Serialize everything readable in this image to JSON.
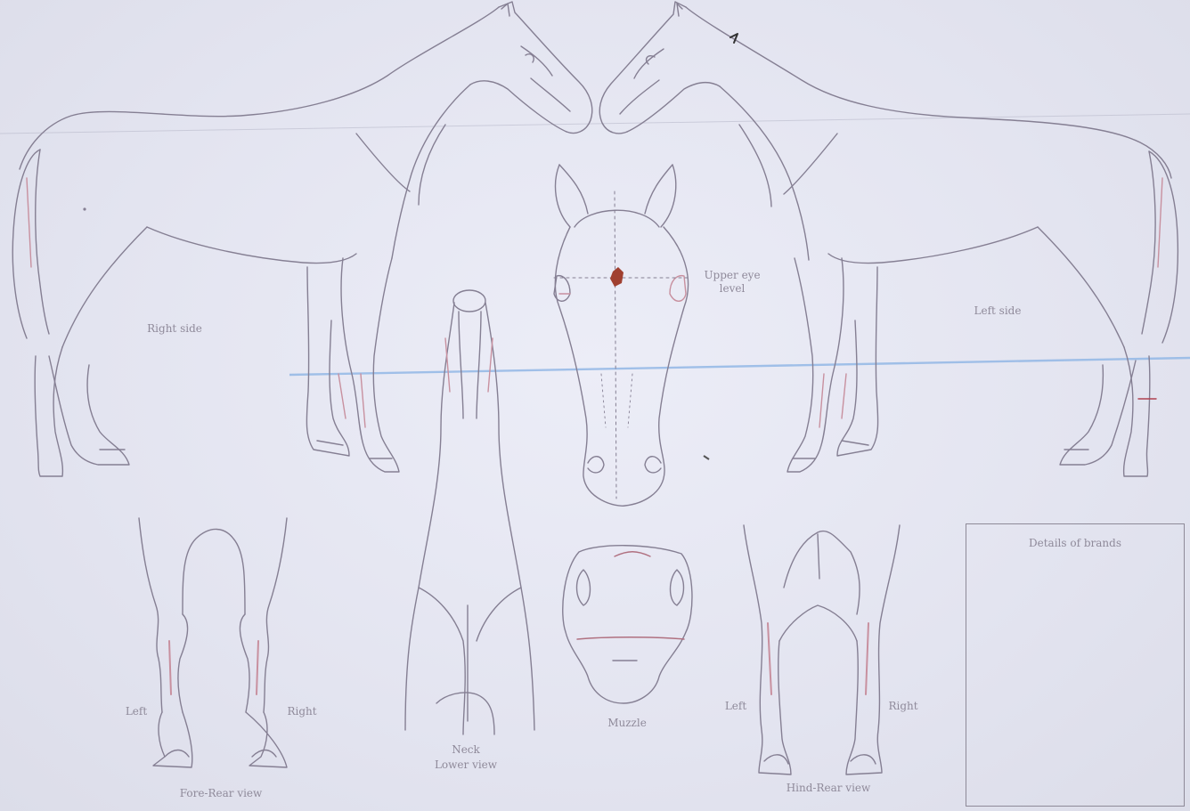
{
  "labels": {
    "right_side": "Right side",
    "left_side": "Left side",
    "upper_eye_level": "Upper eye level",
    "neck": "Neck",
    "lower_view": "Lower view",
    "muzzle": "Muzzle",
    "fore_left": "Left",
    "fore_right": "Right",
    "fore_rear_view": "Fore-Rear view",
    "hind_left": "Left",
    "hind_right": "Right",
    "hind_rear_view": "Hind-Rear view",
    "details_title": "Details of brands"
  },
  "colors": {
    "outline": "#857f93",
    "pink_shade": "#c8909f",
    "whorl": "#a04030",
    "blue_line": "#93b8e6",
    "label": "#8f8a9a"
  }
}
